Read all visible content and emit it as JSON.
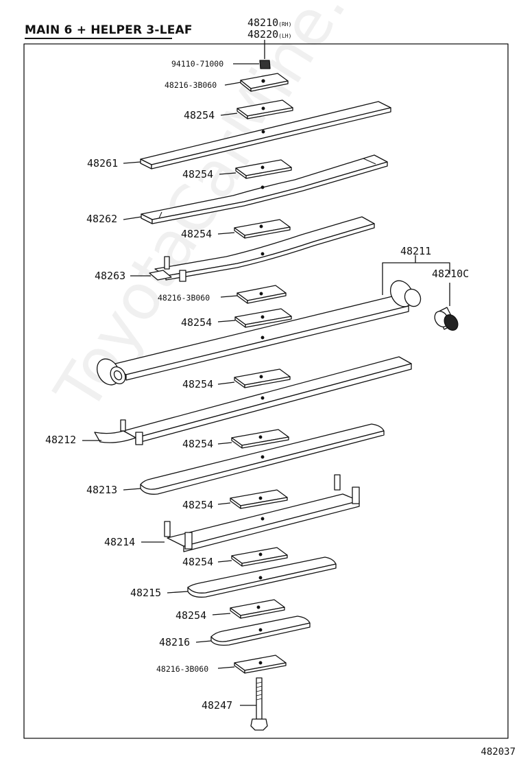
{
  "header": {
    "title": "MAIN 6 + HELPER 3-LEAF",
    "assembly_rh": "48210",
    "assembly_rh_suffix": "(RH)",
    "assembly_lh": "48220",
    "assembly_lh_suffix": "(LH)"
  },
  "parts": {
    "nut": "94110-71000",
    "plate_top": "48216-3B060",
    "pad_1": "48254",
    "leaf_48261": "48261",
    "pad_2": "48254",
    "leaf_48262": "48262",
    "pad_3": "48254",
    "leaf_48263": "48263",
    "plate_mid": "48216-3B060",
    "pad_4": "48254",
    "leaf_main": "48211",
    "bushing": "48210C",
    "pad_5": "48254",
    "leaf_48212": "48212",
    "pad_6": "48254",
    "leaf_48213": "48213",
    "pad_7": "48254",
    "leaf_48214": "48214",
    "pad_8": "48254",
    "leaf_48215": "48215",
    "pad_9": "48254",
    "leaf_48216": "48216",
    "plate_bottom": "48216-3B060",
    "bolt": "48247"
  },
  "footer": {
    "figure_number": "482037"
  },
  "watermark": "ToyotaCarMine.ru"
}
